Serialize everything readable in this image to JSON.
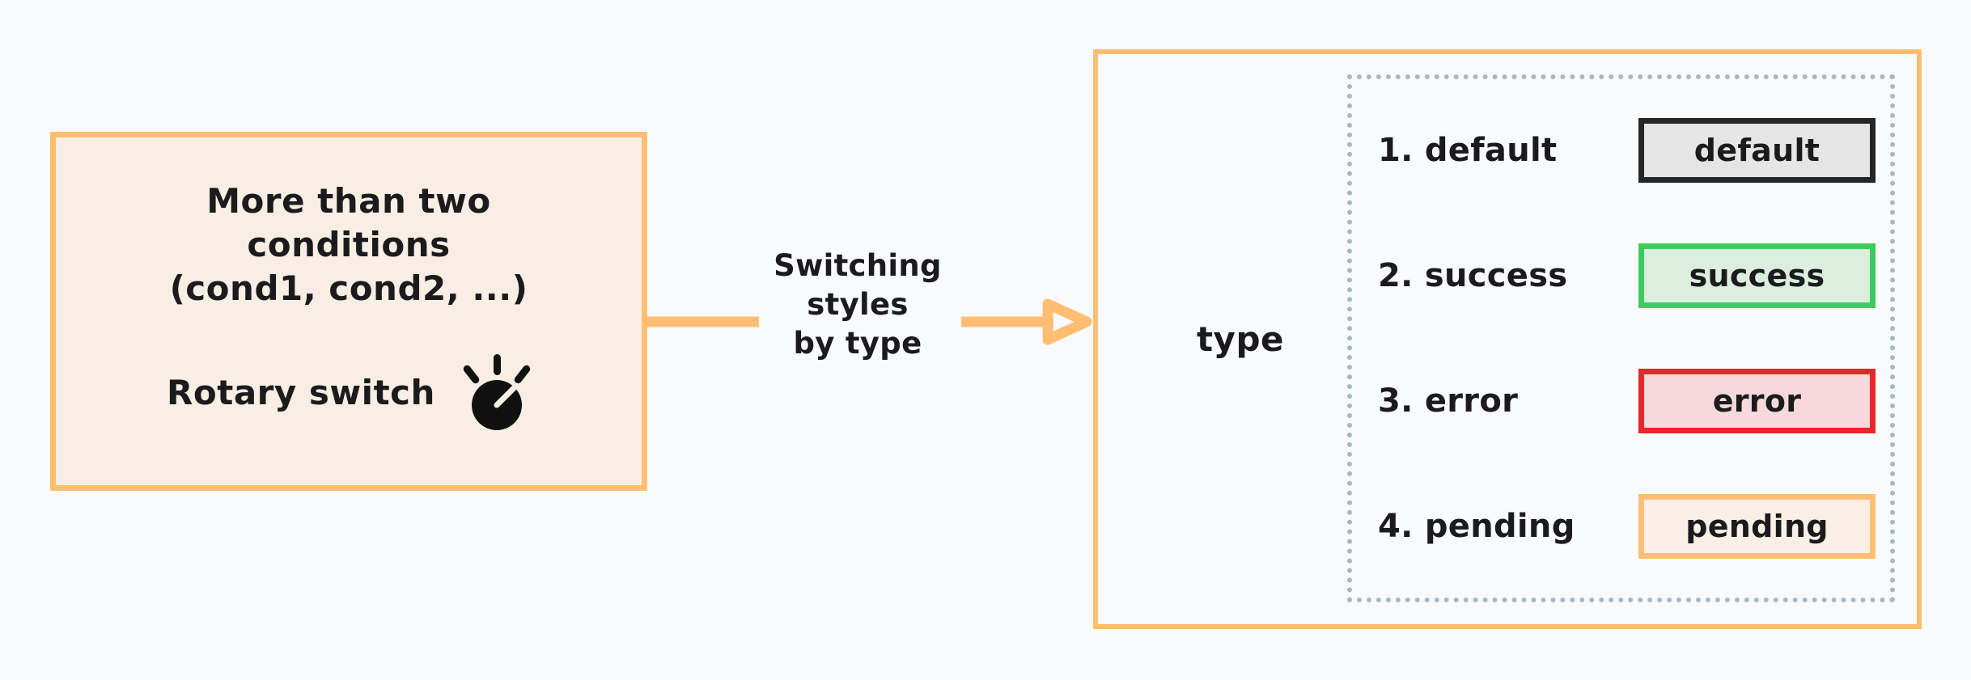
{
  "canvas": {
    "background_color": "#f8fafc",
    "accent_color": "#ffbe72"
  },
  "left_card": {
    "title": "More than two\nconditions\n(cond1, cond2, ...)",
    "switch_label": "Rotary switch",
    "icon": "rotary-switch-icon",
    "fill_color": "#f8eee3",
    "border_color": "#ffbe72"
  },
  "connector": {
    "label": "Switching\nstyles\nby type",
    "color": "#ffbe72",
    "arrowhead": "open-triangle-right"
  },
  "right_panel": {
    "group_label": "type",
    "border_color": "#ffbe72",
    "dotted_border_color": "#aab6c2",
    "rows": [
      {
        "label": "1. default",
        "badge_text": "default",
        "badge_fill": "#e5e5e5",
        "badge_border": "#262626"
      },
      {
        "label": "2. success",
        "badge_text": "success",
        "badge_fill": "#dcefdf",
        "badge_border": "#3ecb5d"
      },
      {
        "label": "3. error",
        "badge_text": "error",
        "badge_fill": "#f7d9dc",
        "badge_border": "#e8262a"
      },
      {
        "label": "4. pending",
        "badge_text": "pending",
        "badge_fill": "#f9efe5",
        "badge_border": "#ffbe72"
      }
    ]
  }
}
